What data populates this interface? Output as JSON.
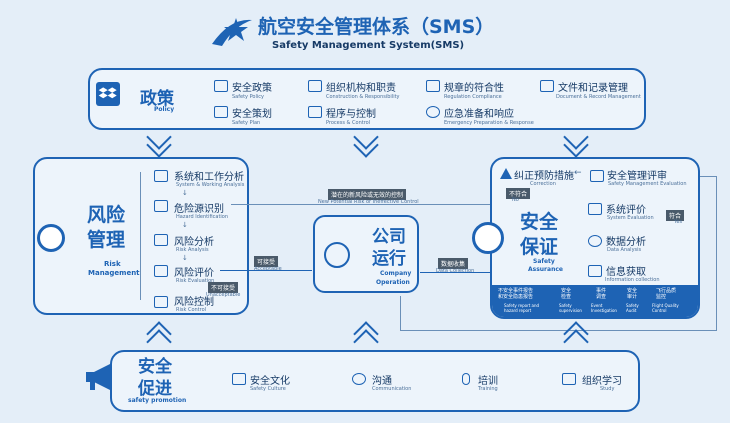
{
  "header": {
    "title_cn": "航空安全管理体系（SMS）",
    "title_en": "Safety Management System(SMS)"
  },
  "policy": {
    "title_cn": "政策",
    "title_en": "Policy",
    "items": [
      {
        "cn": "安全政策",
        "en": "Safety Policy"
      },
      {
        "cn": "组织机构和职责",
        "en": "Construction & Responsibility"
      },
      {
        "cn": "规章的符合性",
        "en": "Regulation Compliance"
      },
      {
        "cn": "文件和记录管理",
        "en": "Document & Record Management"
      },
      {
        "cn": "安全策划",
        "en": "Safety Plan"
      },
      {
        "cn": "程序与控制",
        "en": "Process & Control"
      },
      {
        "cn": "应急准备和响应",
        "en": "Emergency Preparation & Response"
      }
    ]
  },
  "risk": {
    "title_cn1": "风险",
    "title_cn2": "管理",
    "title_en1": "Risk",
    "title_en2": "Management",
    "steps": [
      {
        "cn": "系统和工作分析",
        "en": "System & Working Analysis"
      },
      {
        "cn": "危险源识别",
        "en": "Hazard Identification"
      },
      {
        "cn": "风险分析",
        "en": "Risk Analysis"
      },
      {
        "cn": "风险评价",
        "en": "Risk Evaluation"
      },
      {
        "cn": "风险控制",
        "en": "Risk Control"
      }
    ],
    "acceptable_cn": "可接受",
    "acceptable_en": "Acceptable",
    "unacceptable_cn": "不可接受",
    "unacceptable_en": "Unacceptable"
  },
  "operation": {
    "title_cn1": "公司",
    "title_cn2": "运行",
    "title_en1": "Company",
    "title_en2": "Operation"
  },
  "new_risk": {
    "cn": "潜在的新风险或无效的控制",
    "en": "New Potential Risk or Ineffective Control"
  },
  "data_collection": {
    "cn": "数据收集",
    "en": "Data Collection"
  },
  "assurance": {
    "title_cn1": "安全",
    "title_cn2": "保证",
    "title_en1": "Safety",
    "title_en2": "Assurance",
    "correction_cn": "纠正预防措施",
    "correction_en": "Correction",
    "review_cn": "安全管理评审",
    "review_en": "Safety Management Evaluation",
    "no_cn": "不符合",
    "no_en": "No",
    "yes_cn": "符合",
    "yes_en": "Yes",
    "system_eval_cn": "系统评价",
    "system_eval_en": "System Evaluation",
    "data_analysis_cn": "数据分析",
    "data_analysis_en": "Data Analysis",
    "info_cn": "信息获取",
    "info_en": "Information collection",
    "sources": [
      {
        "cn": "不安全事件报告\n和安全隐患报告",
        "en": "Safety report and\nhazard report"
      },
      {
        "cn": "安全\n检查",
        "en": "Safety\nsupervision"
      },
      {
        "cn": "事件\n调查",
        "en": "Event\nInvestigation"
      },
      {
        "cn": "安全\n审计",
        "en": "Safety\nAudit"
      },
      {
        "cn": "飞行品质\n监控",
        "en": "Flight Quality\nControl"
      }
    ]
  },
  "promotion": {
    "title_cn1": "安全",
    "title_cn2": "促进",
    "title_en": "safety promotion",
    "items": [
      {
        "cn": "安全文化",
        "en": "Safety Culture"
      },
      {
        "cn": "沟通",
        "en": "Communication"
      },
      {
        "cn": "培训",
        "en": "Training"
      },
      {
        "cn": "组织学习",
        "en": "Study"
      }
    ]
  },
  "colors": {
    "primary": "#1e63b4",
    "background": "#e4eef8",
    "tag": "#4a5a6a"
  }
}
